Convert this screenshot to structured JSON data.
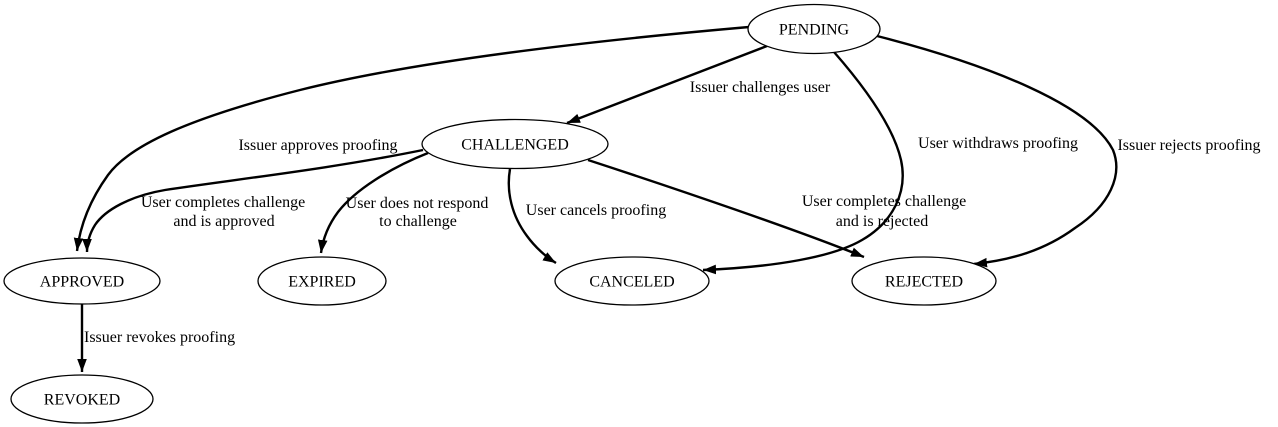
{
  "diagram": {
    "type": "state-machine",
    "colors": {
      "background": "#ffffff",
      "node_fill": "#ffffff",
      "stroke": "#000000",
      "text": "#000000"
    },
    "nodes": [
      {
        "id": "pending",
        "label": "PENDING"
      },
      {
        "id": "challenged",
        "label": "CHALLENGED"
      },
      {
        "id": "approved",
        "label": "APPROVED"
      },
      {
        "id": "expired",
        "label": "EXPIRED"
      },
      {
        "id": "canceled",
        "label": "CANCELED"
      },
      {
        "id": "rejected",
        "label": "REJECTED"
      },
      {
        "id": "revoked",
        "label": "REVOKED"
      }
    ],
    "edges": [
      {
        "from": "PENDING",
        "to": "CHALLENGED",
        "label_lines": [
          "Issuer challenges user"
        ]
      },
      {
        "from": "PENDING",
        "to": "APPROVED",
        "label_lines": [
          "Issuer approves proofing"
        ]
      },
      {
        "from": "PENDING",
        "to": "CANCELED",
        "label_lines": [
          "User withdraws proofing"
        ]
      },
      {
        "from": "PENDING",
        "to": "REJECTED",
        "label_lines": [
          "Issuer rejects proofing"
        ]
      },
      {
        "from": "CHALLENGED",
        "to": "APPROVED",
        "label_lines": [
          "User completes challenge",
          "and is approved"
        ]
      },
      {
        "from": "CHALLENGED",
        "to": "EXPIRED",
        "label_lines": [
          "User does not respond",
          "to challenge"
        ]
      },
      {
        "from": "CHALLENGED",
        "to": "CANCELED",
        "label_lines": [
          "User cancels proofing"
        ]
      },
      {
        "from": "CHALLENGED",
        "to": "REJECTED",
        "label_lines": [
          "User completes challenge",
          "and is rejected"
        ]
      },
      {
        "from": "APPROVED",
        "to": "REVOKED",
        "label_lines": [
          "Issuer revokes proofing"
        ]
      }
    ]
  }
}
